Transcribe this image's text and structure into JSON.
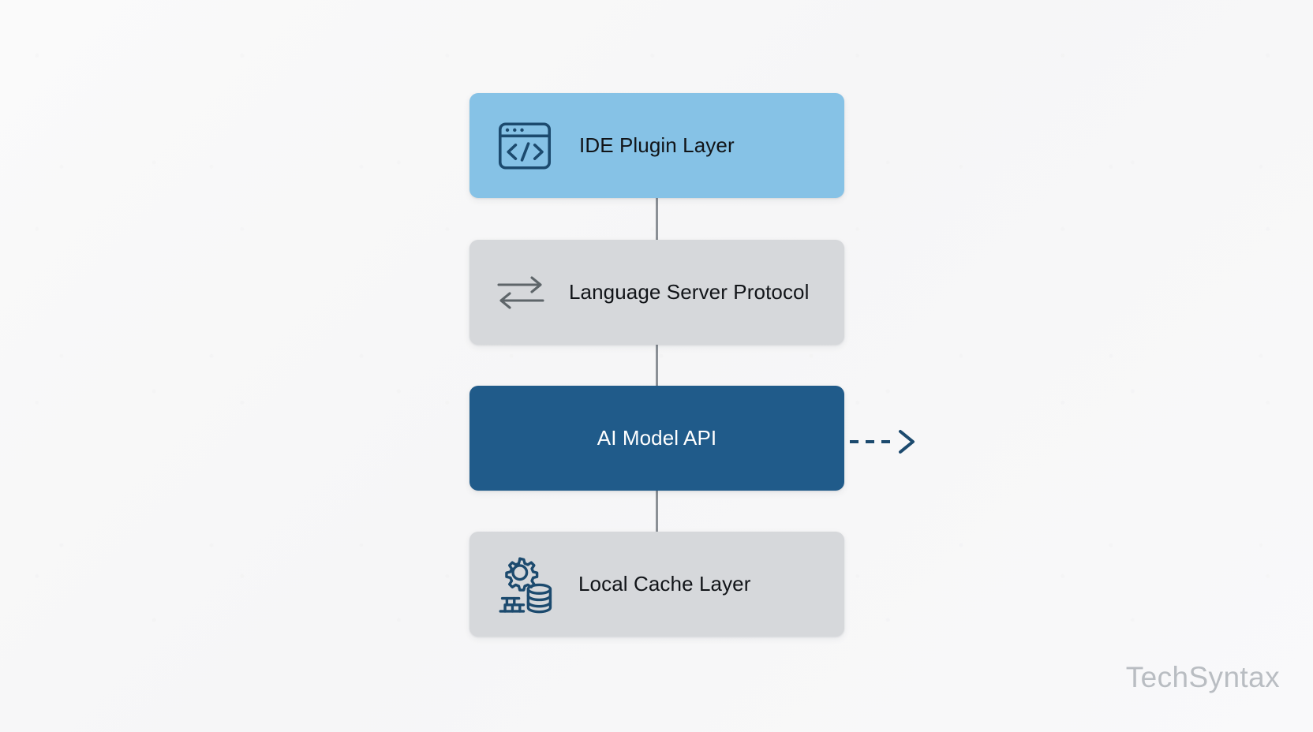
{
  "diagram": {
    "title": "Software architecture stack diagram",
    "background_color": "#f7f7f8",
    "nodes": [
      {
        "id": "ide-plugin-layer",
        "label": "IDE Plugin Layer",
        "icon": "code-window-icon",
        "fill_color": "#86c2e6",
        "text_color": "#111418",
        "icon_color": "#1c4a6e"
      },
      {
        "id": "language-server-protocol",
        "label": "Language Server Protocol",
        "icon": "bidirectional-arrows-icon",
        "fill_color": "#d6d8db",
        "text_color": "#111418",
        "icon_color": "#5e6569"
      },
      {
        "id": "ai-model-api",
        "label": "AI Model API",
        "icon": "none",
        "fill_color": "#205b8a",
        "text_color": "#ffffff",
        "icon_color": ""
      },
      {
        "id": "local-cache-layer",
        "label": "Local Cache Layer",
        "icon": "gear-database-icon",
        "fill_color": "#d6d8db",
        "text_color": "#111418",
        "icon_color": "#1c4a6e"
      }
    ],
    "connectors": [
      {
        "from": "ide-plugin-layer",
        "to": "language-server-protocol",
        "style": "solid",
        "color": "#8b9096"
      },
      {
        "from": "language-server-protocol",
        "to": "ai-model-api",
        "style": "solid",
        "color": "#8b9096"
      },
      {
        "from": "ai-model-api",
        "to": "local-cache-layer",
        "style": "solid",
        "color": "#8b9096"
      }
    ],
    "side_arrow": {
      "from": "ai-model-api",
      "direction": "right",
      "style": "dashed",
      "color": "#1c4a6e",
      "label": ""
    }
  },
  "watermark": {
    "text": "TechSyntax",
    "color": "#b9bdc2"
  }
}
